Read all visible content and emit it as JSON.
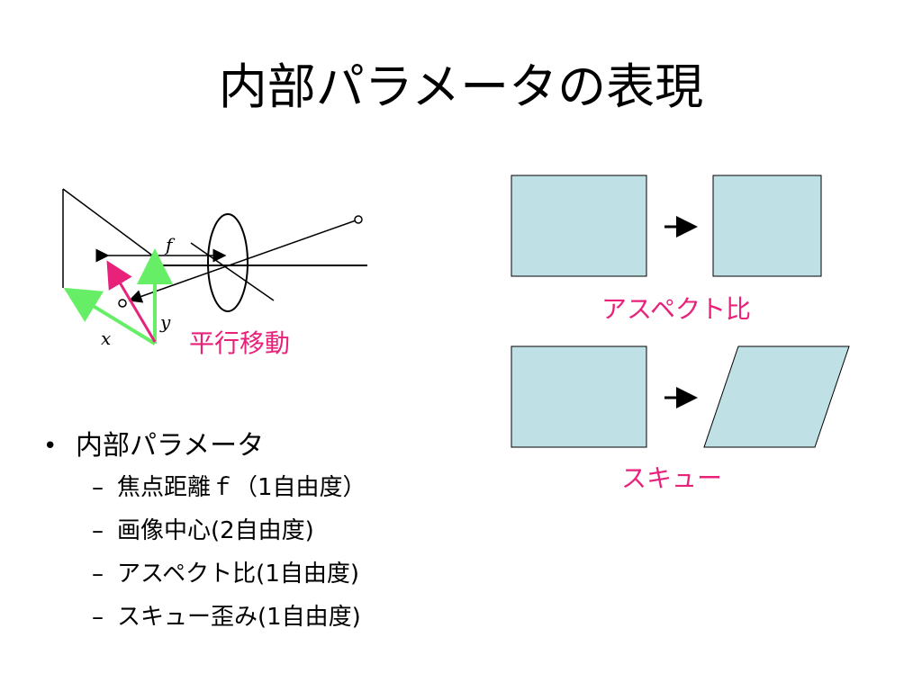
{
  "title": "内部パラメータの表現",
  "camera_diagram": {
    "label_f": "f",
    "label_y": "y",
    "label_x": "x",
    "translation_label": "平行移動",
    "colors": {
      "line": "#000000",
      "green": "#66ee66",
      "pink": "#e8217a"
    }
  },
  "aspect_diagram": {
    "aspect_label": "アスペクト比",
    "skew_label": "スキュー",
    "fill_color": "#bfe0e4"
  },
  "bullets": {
    "main": "内部パラメータ",
    "subs": [
      "焦点距離ｆ（1自由度）",
      "画像中心(2自由度)",
      "アスペクト比(1自由度)",
      "スキュー歪み(1自由度)"
    ]
  }
}
